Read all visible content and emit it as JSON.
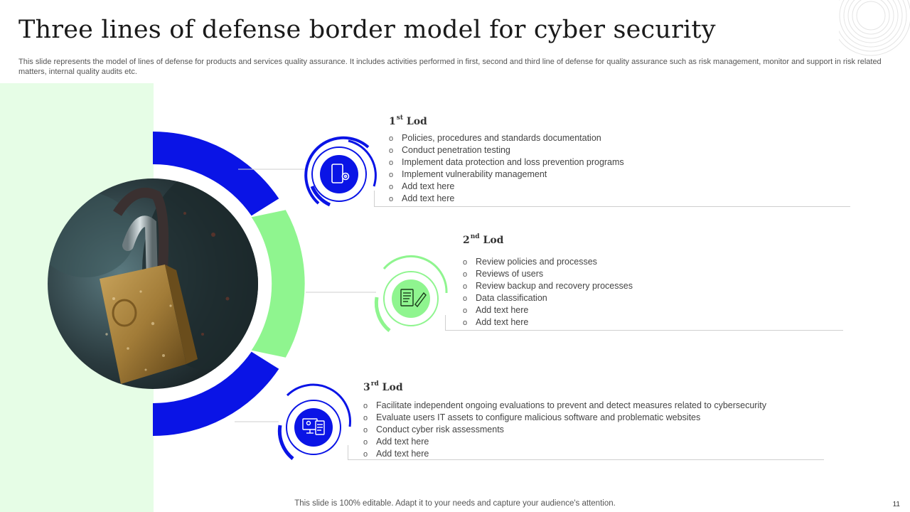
{
  "slide": {
    "title": "Three lines of defense border model for cyber security",
    "subtitle": "This slide represents the model of lines of defense for products and services quality assurance. It includes activities performed in first, second and third line of defense for quality assurance such as risk management, monitor and support in risk related matters, internal quality audits etc.",
    "footer": "This slide is 100% editable. Adapt it to your needs and capture your audience's attention.",
    "page_number": "11"
  },
  "colors": {
    "primary_blue": "#0a14e6",
    "light_green": "#8ff58f",
    "panel_green": "#e6fde6"
  },
  "lods": [
    {
      "num": "1",
      "sup": "st",
      "label": "Lod",
      "icon": "mobile-gear-icon",
      "items": [
        "Policies, procedures and standards documentation",
        "Conduct penetration testing",
        "Implement data protection and loss prevention programs",
        "Implement vulnerability management",
        "Add text here",
        "Add text here"
      ]
    },
    {
      "num": "2",
      "sup": "nd",
      "label": "Lod",
      "icon": "document-edit-icon",
      "items": [
        "Review policies and processes",
        "Reviews of users",
        "Review backup and recovery processes",
        "Data classification",
        "Add text here",
        "Add text here"
      ]
    },
    {
      "num": "3",
      "sup": "rd",
      "label": "Lod",
      "icon": "monitor-certificate-icon",
      "items": [
        "Facilitate independent ongoing evaluations to prevent and detect measures related to cybersecurity",
        "Evaluate users IT assets to configure malicious software and problematic websites",
        "Conduct cyber risk assessments",
        "Add text here",
        "Add text here"
      ]
    }
  ]
}
